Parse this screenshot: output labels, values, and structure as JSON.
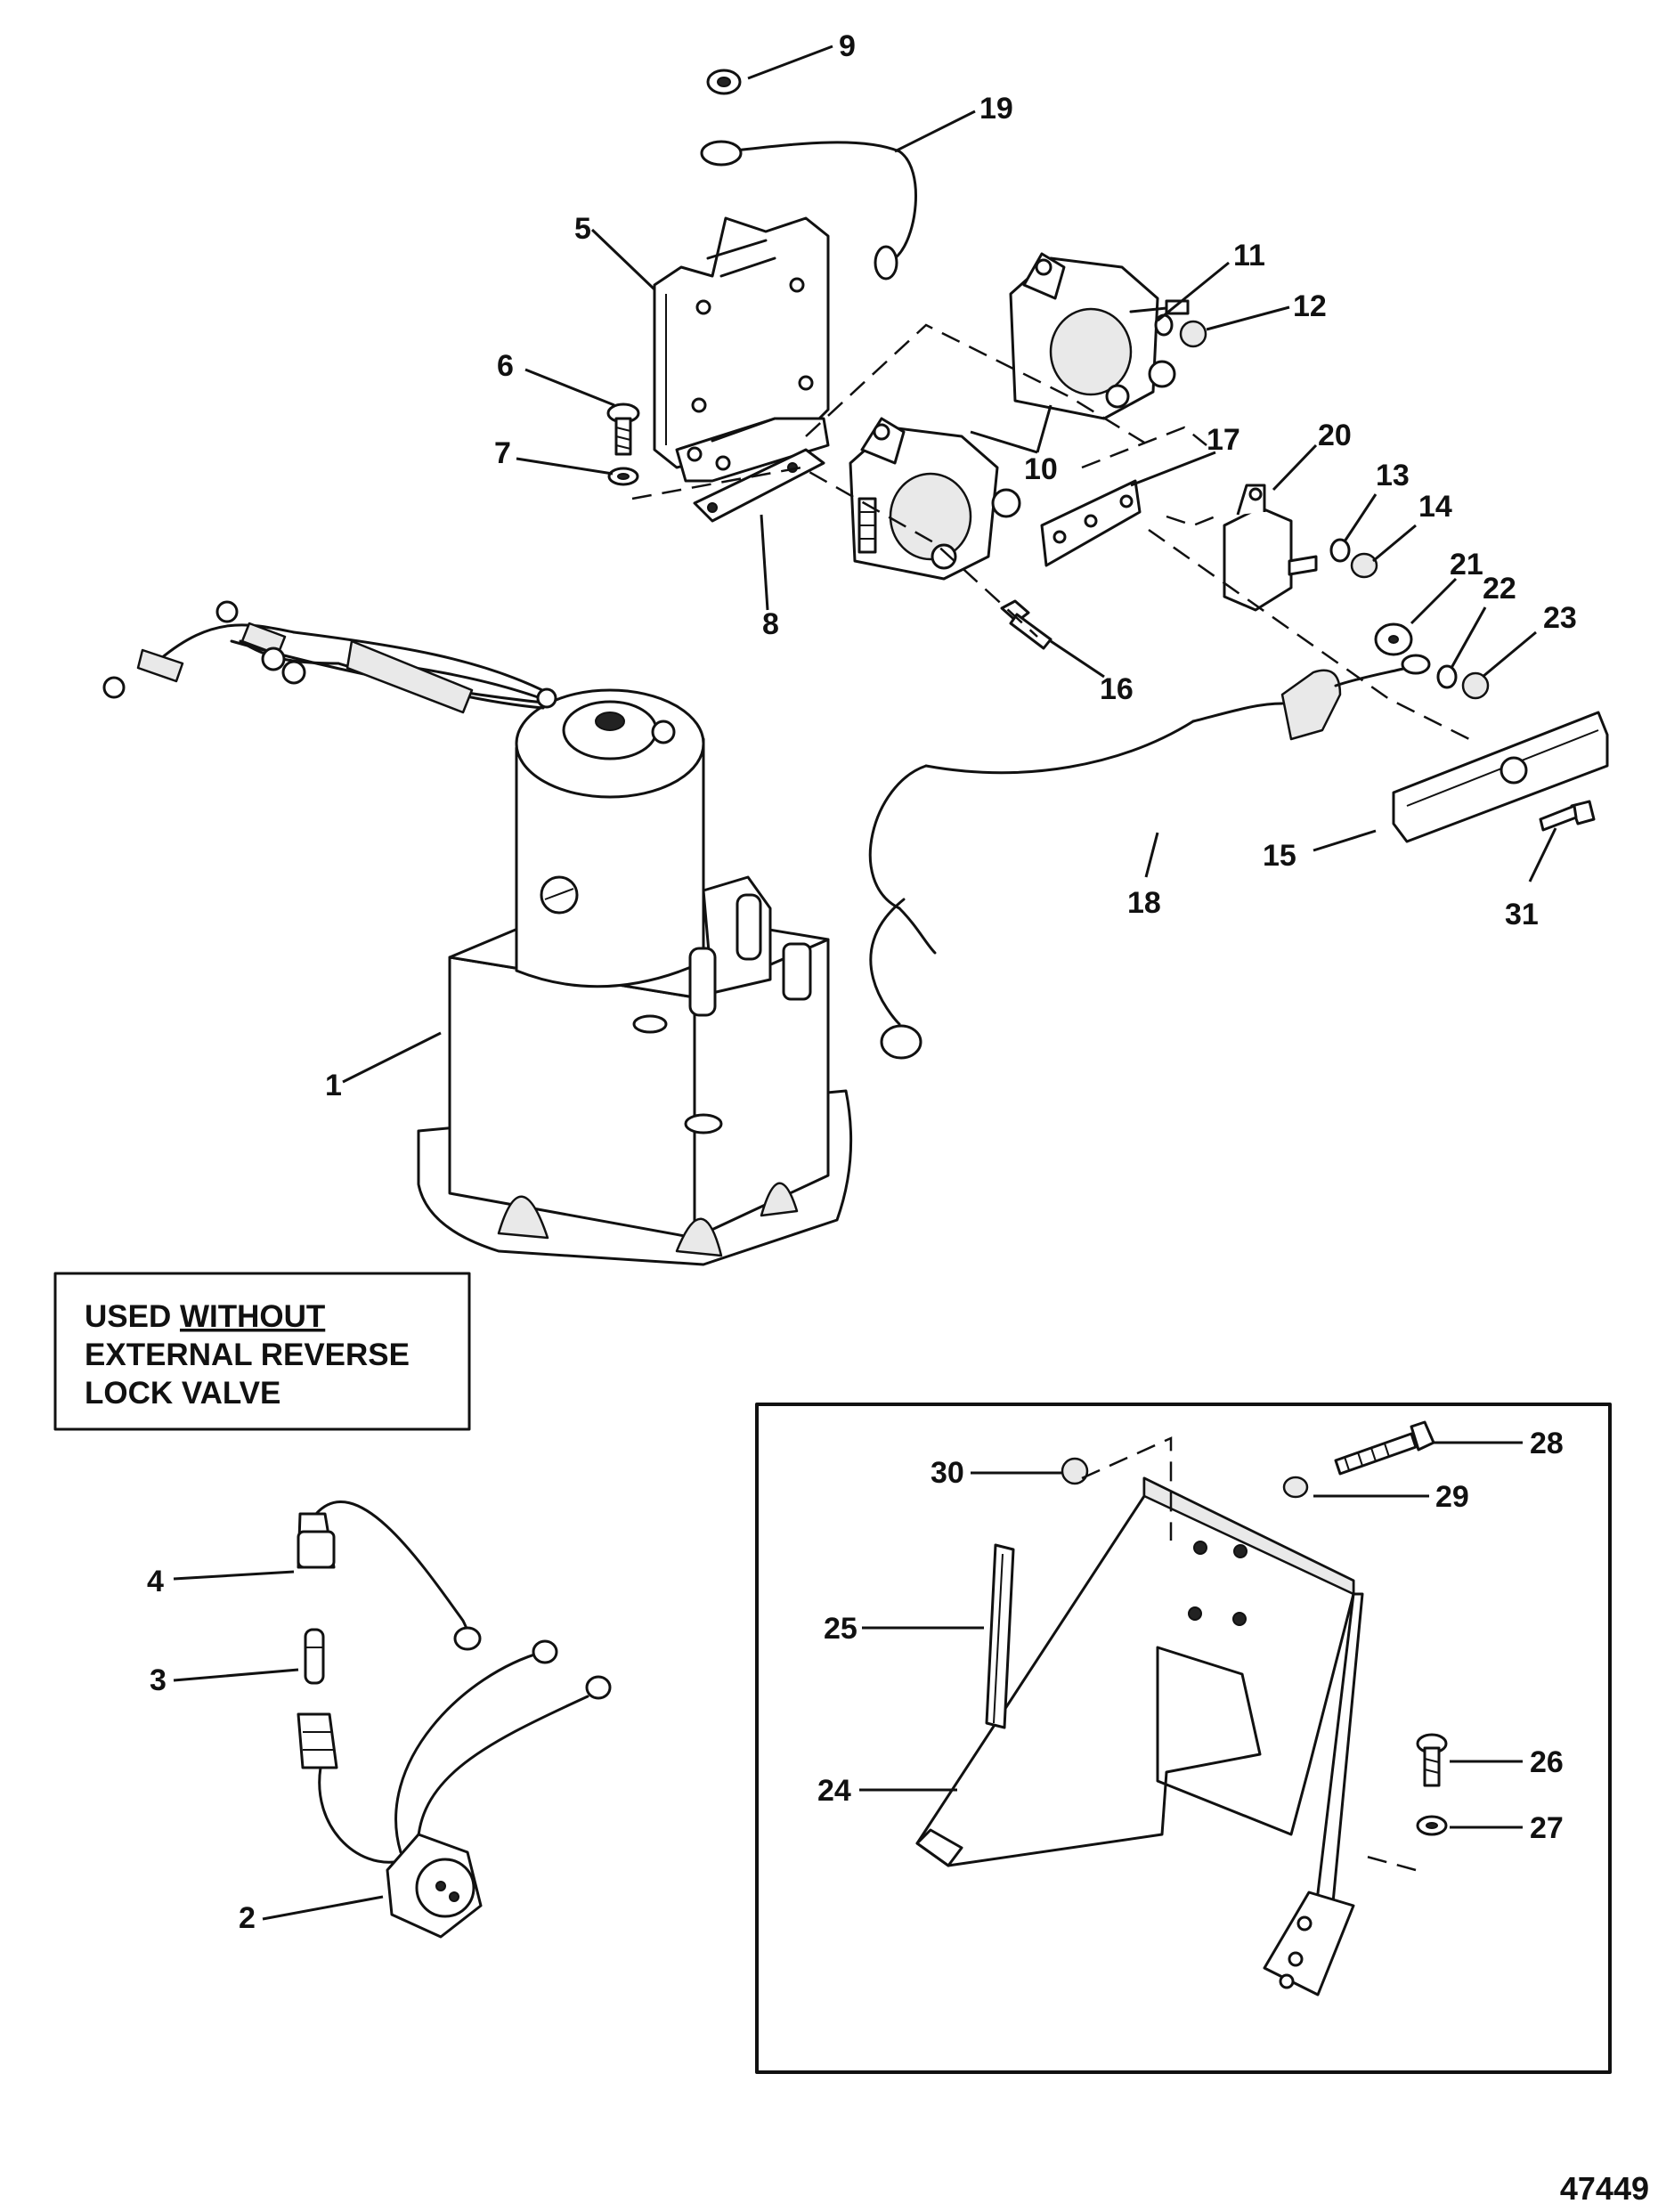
{
  "diagram": {
    "note_box": {
      "line1_prefix": "USED ",
      "line1_emphasis": "WITHOUT",
      "line2": "EXTERNAL REVERSE",
      "line3": "LOCK VALVE"
    },
    "figure_number": "47449",
    "callouts": {
      "c1": "1",
      "c2": "2",
      "c3": "3",
      "c4": "4",
      "c5": "5",
      "c6": "6",
      "c7": "7",
      "c8": "8",
      "c9": "9",
      "c10": "10",
      "c11": "11",
      "c12": "12",
      "c13": "13",
      "c14": "14",
      "c15": "15",
      "c16": "16",
      "c17": "17",
      "c18": "18",
      "c19": "19",
      "c20": "20",
      "c21": "21",
      "c22": "22",
      "c23": "23",
      "c24": "24",
      "c25": "25",
      "c26": "26",
      "c27": "27",
      "c28": "28",
      "c29": "29",
      "c30": "30",
      "c31": "31"
    }
  }
}
